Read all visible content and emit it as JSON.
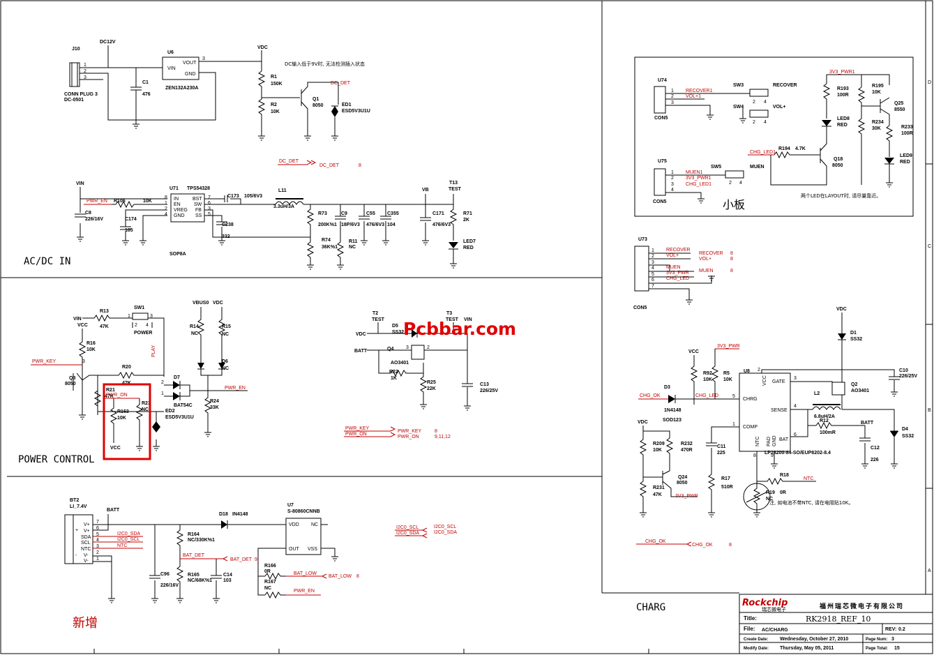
{
  "sections": {
    "acdc": "AC/DC IN",
    "power": "POWER CONTROL",
    "charg": "CHARG",
    "xiaoban": "小板",
    "xinzeng": "新增"
  },
  "watermark": "Pcbbar.com",
  "notes": {
    "dc_note": "DC输入低于9V时, 无法检测插入状态",
    "led_note": "两个LED在LAYOUT时, 请尽量靠近。",
    "ntc_note": "注, 如电池不带NTC, 请在电阻贴10K。"
  },
  "title_block": {
    "logo": "Rockchip",
    "logo_sub": "瑞芯微电子",
    "company": "福州瑞芯微电子有限公司",
    "title_label": "Title:",
    "title": "RK2918_REF_10",
    "rev_label": "REV:",
    "rev": "0.2",
    "file_label": "File:",
    "file": "AC/CHARG",
    "create_label": "Create Date:",
    "create": "Wednesday, October 27, 2010",
    "modify_label": "Modify Date:",
    "modify": "Thursday, May 05, 2011",
    "pagenum_label": "Page Num:",
    "pagenum": "3",
    "pagetotal_label": "Page Total:",
    "pagetotal": "15"
  },
  "acdc": {
    "j10": "J10",
    "dc12v": "DC12V",
    "conn": "CONN PLUG 3",
    "dc0501": "DC-0501",
    "u6": "U6",
    "vin": "VIN",
    "vout": "VOUT",
    "gnd": "GND",
    "zen": "ZEN132A230A",
    "c1": "C1",
    "c1v": "476",
    "vdc": "VDC",
    "r1": "R1",
    "r1v": "150K",
    "r2": "R2",
    "r2v": "10K",
    "q1": "Q1",
    "q1v": "8050",
    "dcdet": "DC_DET",
    "ed1": "ED1",
    "ed1v": "ESD5V3U1U",
    "dcdet2": "DC_DET",
    "dcdet3": "DC_DET",
    "pg8": "8",
    "vin2": "VIN",
    "pwren": "PWR_EN",
    "r106": "R106",
    "r106v": "10K",
    "u71": "U71",
    "tps": "TPS54328",
    "p_in": "IN",
    "p_en": "EN",
    "p_vreg": "VREG",
    "p_gnd": "GND",
    "p_bst": "BST",
    "p_sw": "SW",
    "p_fb": "FB",
    "p_ss": "SS",
    "c8": "C8",
    "c8v": "226/16V",
    "c174": "C174",
    "c174v": "105",
    "sop8a": "SOP8A",
    "c173": "C173",
    "c173v": "105/6V3",
    "c238": "C238",
    "c238v": "332",
    "l11": "L11",
    "l11v": "3.3uH/3A",
    "vb": "VB",
    "t13": "T13",
    "test": "TEST",
    "r73": "R73",
    "r73v": "200K%1",
    "c9": "C9",
    "c9v": "18P/6V3",
    "c55": "C55",
    "c55v": "476/6V3",
    "c355": "C355",
    "c355v": "104",
    "c171": "C171",
    "c171v": "476/6V3",
    "r71": "R71",
    "r71v": "2K",
    "r74": "R74",
    "r74v": "36K%1",
    "r11": "R11",
    "nc": "NC",
    "led7": "LED7",
    "red": "RED"
  },
  "power": {
    "vin": "VIN",
    "vcc": "VCC",
    "r13": "R13",
    "r13v": "47K",
    "sw1": "SW1",
    "power": "POWER",
    "play": "PLAY",
    "r16": "R16",
    "r16v": "10K",
    "pwrkey": "PWR_KEY",
    "q3": "Q3",
    "q3v": "8050",
    "r20": "R20",
    "r20v": "47K",
    "r21": "R21",
    "r21v": "47K",
    "pwron": "PWR_ON",
    "r163": "R163",
    "r163v": "10K",
    "r23": "R23",
    "nc": "NC",
    "vcc2": "VCC",
    "vbus5v": "VBUS0",
    "vdc": "VDC",
    "r14": "R14",
    "r15": "R15",
    "d6": "D6",
    "d7": "D7",
    "bat54c": "BAT54C",
    "ed2": "ED2",
    "ed2v": "ESD5V3U1U",
    "r24": "R24",
    "r24v": "33K",
    "pwren": "PWR_EN",
    "t2": "T2",
    "test": "TEST",
    "t3": "T3",
    "vin2": "VIN",
    "d5": "D5",
    "ss32": "SS32",
    "vdc2": "VDC",
    "batt": "BATT",
    "q4": "Q4",
    "ao3401": "AO3401",
    "r22": "R22",
    "r22v": "1K",
    "r25": "R25",
    "r25v": "22K",
    "c13": "C13",
    "c13v": "226/25V",
    "pwrkey2": "PWR_KEY",
    "pwron2": "PWR_ON",
    "pwrkey3": "PWR_KEY",
    "pwron3": "PWR_ON",
    "pg8": "8",
    "pg9": "9,11,12"
  },
  "bat": {
    "bt2": "BT2",
    "li": "LI_7.4V",
    "batt": "BATT",
    "vp1": "V+",
    "vp2": "V+",
    "sda": "SDA",
    "scl": "SCL",
    "ntc": "NTC",
    "vm1": "V-",
    "vm2": "V-",
    "i2c0sda": "I2C0_SDA",
    "i2c0scl": "I2C0_SCL",
    "ntc2": "NTC",
    "d18": "D18",
    "in4148": "IN4148",
    "u7": "U7",
    "s8": "S-80860CNNB",
    "vdd": "VDD",
    "nc": "NC",
    "out": "OUT",
    "vss": "VSS",
    "r164": "R164",
    "r164v": "NC/330K%1",
    "batdet": "BAT_DET",
    "batdet2": "BAT_DET",
    "pg9": "9",
    "c96": "C96",
    "c96v": "226/16V",
    "r165": "R165",
    "r165v": "NC/68K%1",
    "c14": "C14",
    "c14v": "103",
    "r166": "R166",
    "r166v": "0R",
    "r167": "R167",
    "nc2": "NC",
    "batlow": "BAT_LOW",
    "batlow2": "BAT_LOW",
    "pg8": "8",
    "pwren": "PWR_EN",
    "i2cscl": "I2C0_SCL",
    "i2csda": "I2C0_SDA",
    "i2cscl2": "I2C0_SCL",
    "i2csda2": "I2C0_SDA"
  },
  "small": {
    "u74": "U74",
    "con5": "CON5",
    "recover1": "RECOVER1",
    "volp1": "VOL+1",
    "sw3": "SW3",
    "recover": "RECOVER",
    "sw4": "SW4",
    "volp": "VOL+",
    "u75": "U75",
    "con5b": "CON5",
    "muen1": "MUEN1",
    "v3pwr1": "3V3_PWR1",
    "chgled1": "CHG_LED1",
    "sw5": "SW5",
    "muen": "MUEN",
    "v3pwr": "3V3_PWR1",
    "r193": "R193",
    "r193v": "100R",
    "r195": "R195",
    "r195v": "10K",
    "q25": "Q25",
    "q25v": "8550",
    "led8": "LED8",
    "red": "RED",
    "r234": "R234",
    "r234v": "30K",
    "r233": "R233",
    "r233v": "100R",
    "chgled": "CHG_LED1",
    "r194": "R194",
    "r194v": "4.7K",
    "q18": "Q18",
    "q18v": "8050",
    "led9": "LED9",
    "red2": "RED"
  },
  "charg": {
    "u73": "U73",
    "con5": "CON5",
    "recover": "RECOVER",
    "volp": "VOL+",
    "muen": "MUEN",
    "v3pwr": "3V3_PWR",
    "chgled": "CHG_LED",
    "recover2": "RECOVER",
    "volp2": "VOL+",
    "muen2": "MUEN",
    "pg8": "8",
    "pg8b": "8",
    "pg8c": "8",
    "vdc": "VDC",
    "d1": "D1",
    "ss32": "SS32",
    "vcc": "VCC",
    "v3pwr2": "3V3_PWR",
    "r92": "R92",
    "r92v": "10K",
    "r5": "R5",
    "r5v": "10K",
    "u8": "U8",
    "vcc_p": "VCC",
    "gate": "GATE",
    "chrg": "CHRG",
    "sense": "SENSE",
    "comp": "COMP",
    "ntc": "NTC",
    "pad": "PAD",
    "gnd": "GND",
    "bat": "BAT",
    "lp": "LP28200-84-SO/EUP8202-8.4",
    "chgok": "CHG_OK",
    "d3": "D3",
    "in4148": "1N4148",
    "sod123": "SOD123",
    "chgled2": "CHG_LED",
    "q2": "Q2",
    "ao3401": "AO3401",
    "c10": "C10",
    "c10v": "226/25V",
    "l2": "L2",
    "l2v": "6.8uH/2A",
    "r12": "R12",
    "r12v": "100mR",
    "batt": "BATT",
    "d4": "D4",
    "ss34": "SS32",
    "c12": "C12",
    "c12v": "226",
    "vdc2": "VDC",
    "r209": "R209",
    "r209v": "10K",
    "r232": "R232",
    "r232v": "470R",
    "c11": "C11",
    "c11v": "225",
    "r17": "R17",
    "r17v": "510R",
    "q24": "Q24",
    "q24v": "8050",
    "r231": "R231",
    "r231v": "47K",
    "v3pwr3": "3V3_PWR",
    "r18": "R18",
    "ntc2": "NTC",
    "r19": "R19",
    "r19v": "0R",
    "nc": "NC",
    "chgok2": "CHG_OK",
    "chgok3": "CHG_OK"
  }
}
